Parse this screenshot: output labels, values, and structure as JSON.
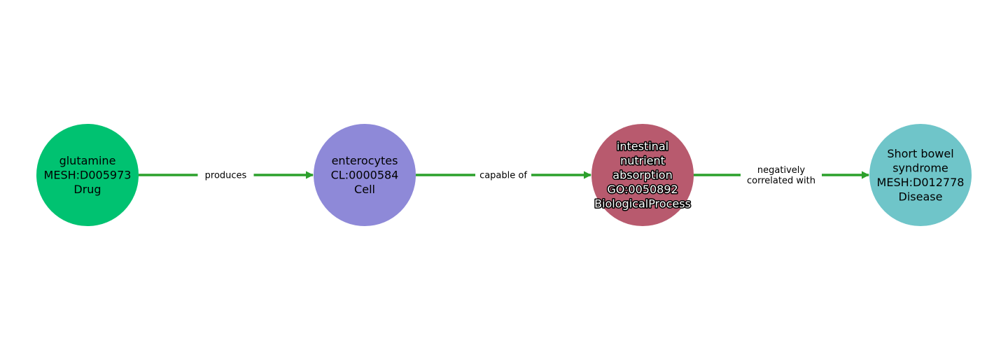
{
  "edge_color": "#2ca02c",
  "nodes": [
    {
      "lines": [
        "glutamine",
        "MESH:D005973",
        "Drug"
      ],
      "color": "#00c271",
      "outlined": false
    },
    {
      "lines": [
        "enterocytes",
        "CL:0000584",
        "Cell"
      ],
      "color": "#8e89d8",
      "outlined": false
    },
    {
      "lines": [
        "intestinal",
        "nutrient",
        "absorption",
        "GO:0050892",
        "BiologicalProcess"
      ],
      "color": "#b85a6e",
      "outlined": true
    },
    {
      "lines": [
        "Short bowel",
        "syndrome",
        "MESH:D012778",
        "Disease"
      ],
      "color": "#6fc5c9",
      "outlined": false
    }
  ],
  "edges": [
    {
      "from": 0,
      "to": 1,
      "lines": [
        "produces"
      ]
    },
    {
      "from": 1,
      "to": 2,
      "lines": [
        "capable of"
      ]
    },
    {
      "from": 2,
      "to": 3,
      "lines": [
        "negatively",
        "correlated with"
      ]
    }
  ]
}
